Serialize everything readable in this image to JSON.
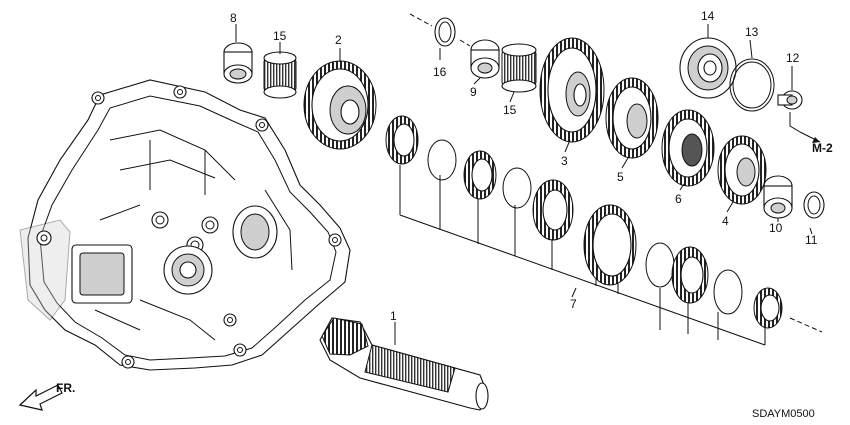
{
  "diagram": {
    "reference_code": "SDAYM0500",
    "front_direction_label": "FR.",
    "section_reference": "M-2",
    "callouts": {
      "c1": "1",
      "c2": "2",
      "c3": "3",
      "c4": "4",
      "c5": "5",
      "c6": "6",
      "c7": "7",
      "c8": "8",
      "c9": "9",
      "c10": "10",
      "c11": "11",
      "c12": "12",
      "c13": "13",
      "c14": "14",
      "c15a": "15",
      "c15b": "15",
      "c16": "16"
    }
  }
}
